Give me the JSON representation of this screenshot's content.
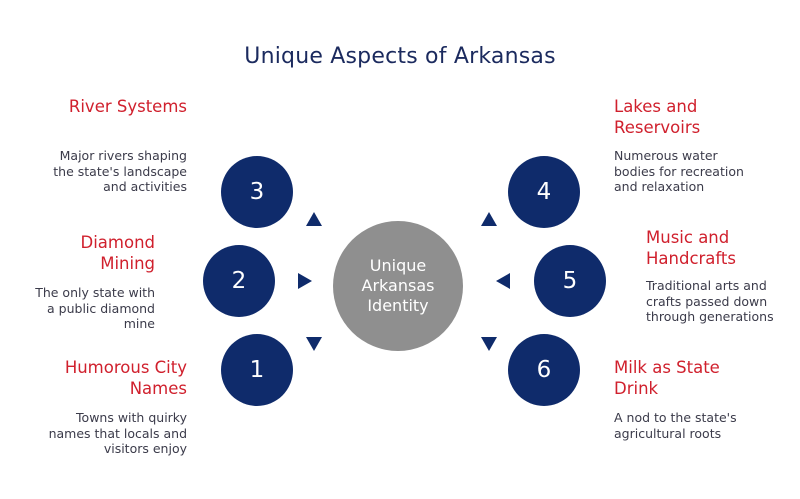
{
  "title": "Unique Aspects of Arkansas",
  "center_label": "Unique Arkansas Identity",
  "colors": {
    "title": "#1b2a5e",
    "number_circle": "#0f2b6b",
    "center_circle": "#8f8f8f",
    "heading": "#d0202d",
    "description": "#3b3b4a"
  },
  "items": [
    {
      "number": "1",
      "heading": "Humorous City Names",
      "description": "Towns with quirky names that locals and visitors enjoy"
    },
    {
      "number": "2",
      "heading": "Diamond Mining",
      "description": "The only state with a public diamond mine"
    },
    {
      "number": "3",
      "heading": "River Systems",
      "description": "Major rivers shaping the state's landscape and activities"
    },
    {
      "number": "4",
      "heading": "Lakes and Reservoirs",
      "description": "Numerous water bodies for recreation and relaxation"
    },
    {
      "number": "5",
      "heading": "Music and Handcrafts",
      "description": "Traditional arts and crafts passed down through generations"
    },
    {
      "number": "6",
      "heading": "Milk as State Drink",
      "description": "A nod to the state's agricultural roots"
    }
  ]
}
